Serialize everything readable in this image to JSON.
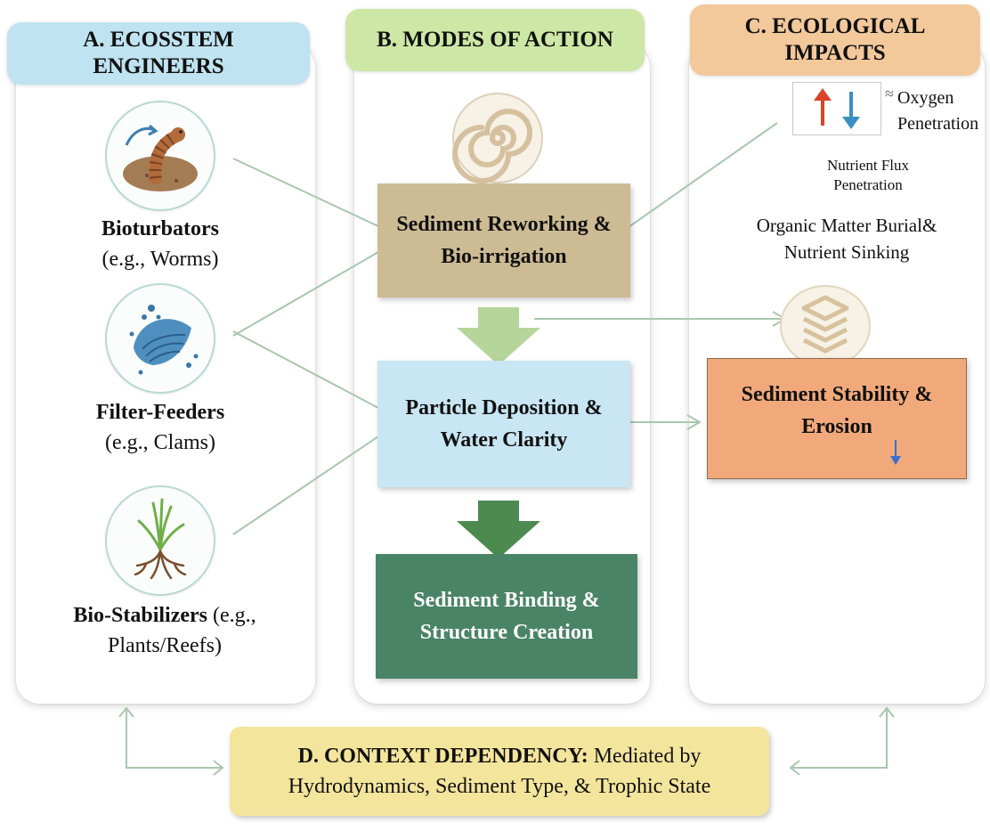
{
  "panels": {
    "a": {
      "title": "A. ECOSSTEM ENGINEERS",
      "color": "#bfe3f0"
    },
    "b": {
      "title": "B. MODES OF ACTION",
      "color": "#cde8a6"
    },
    "c": {
      "title": "C. ECOLOGICAL IMPACTS",
      "color": "#f3c99b"
    }
  },
  "engineers": {
    "bioturbators": {
      "name": "Bioturbators",
      "example": "(e.g., Worms)",
      "icon": "worm-icon"
    },
    "filter_feeders": {
      "name": "Filter-Feeders",
      "example": "(e.g., Clams)",
      "icon": "clam-icon"
    },
    "bio_stabilizers": {
      "name": "Bio-Stabilizers",
      "example_inline": " (e.g.,",
      "example_line2": "Plants/Reefs)",
      "icon": "plant-icon"
    }
  },
  "modes": {
    "reworking": {
      "label": "Sediment Reworking & Bio-irrigation",
      "color": "#cdbb94"
    },
    "deposition": {
      "label": "Particle Deposition & Water Clarity",
      "color": "#c8e6f3"
    },
    "binding": {
      "label": "Sediment Binding & Structure Creation",
      "color": "#4a8466"
    }
  },
  "impacts": {
    "oxygen": "Oxygen Penetration",
    "nutrient_flux": "Nutrient Flux Penetration",
    "organic": "Organic Matter Burial& Nutrient Sinking",
    "stability": {
      "label": "Sediment Stability & Erosion",
      "color": "#f1a97c"
    }
  },
  "context": {
    "bold": "D. CONTEXT DEPENDENCY:",
    "rest_line1": " Mediated by",
    "line2": "Hydrodynamics, Sediment Type, & Trophic State",
    "color": "#f4e59d"
  }
}
